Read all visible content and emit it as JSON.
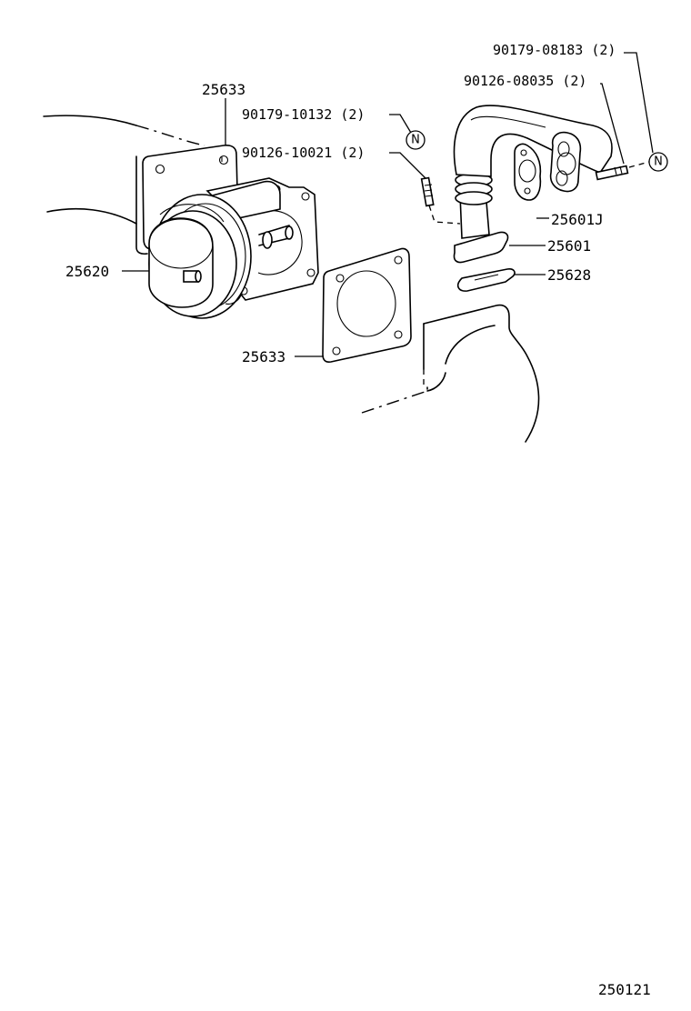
{
  "labels": {
    "gasket_upper": "25633",
    "bolt_a": "90179-10132 (2)",
    "stud_a": "90126-10021 (2)",
    "valve": "25620",
    "gasket_lower": "25633",
    "nut_b": "90179-08183 (2)",
    "stud_b": "90126-08035 (2)",
    "gasket_j": "25601J",
    "pipe": "25601",
    "gasket_pipe": "25628"
  },
  "n_mark": "N",
  "diagram_code": "250121"
}
